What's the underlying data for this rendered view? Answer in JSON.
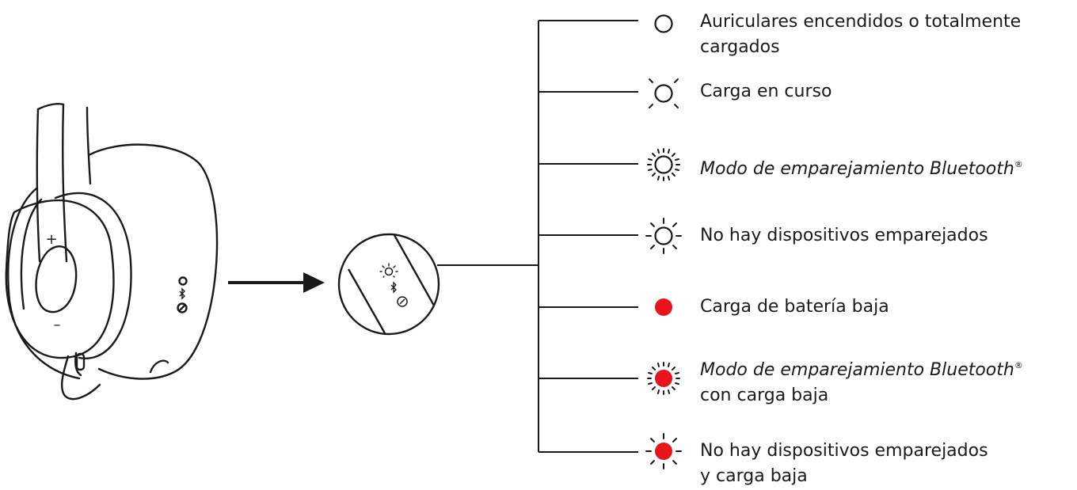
{
  "colors": {
    "line": "#1a1a1a",
    "led_red": "#e8141c",
    "background": "#ffffff"
  },
  "headset": {
    "plus_symbol": "+",
    "minus_symbol": "–"
  },
  "legend": [
    {
      "id": "on-charged",
      "led": "white-solid",
      "text": "Auriculares encendidos o totalmente",
      "text2": "cargados",
      "italic": false,
      "sup": ""
    },
    {
      "id": "charging",
      "led": "white-pulse",
      "text": "Carga en curso",
      "text2": "",
      "italic": false,
      "sup": ""
    },
    {
      "id": "pairing",
      "led": "white-fast-blink",
      "text": "Modo de emparejamiento Bluetooth",
      "text2": "",
      "italic": true,
      "sup": "®"
    },
    {
      "id": "no-devices",
      "led": "white-slow-blink",
      "text": "No hay dispositivos emparejados",
      "text2": "",
      "italic": false,
      "sup": ""
    },
    {
      "id": "low-battery",
      "led": "red-solid",
      "text": "Carga de batería baja",
      "text2": "",
      "italic": false,
      "sup": ""
    },
    {
      "id": "pairing-low",
      "led": "red-fast-blink",
      "text": "Modo de emparejamiento Bluetooth",
      "text2": "con carga baja",
      "italic": true,
      "sup": "®"
    },
    {
      "id": "no-devices-low",
      "led": "red-slow-blink",
      "text": "No hay dispositivos emparejados",
      "text2": "y carga baja",
      "italic": false,
      "sup": ""
    }
  ]
}
